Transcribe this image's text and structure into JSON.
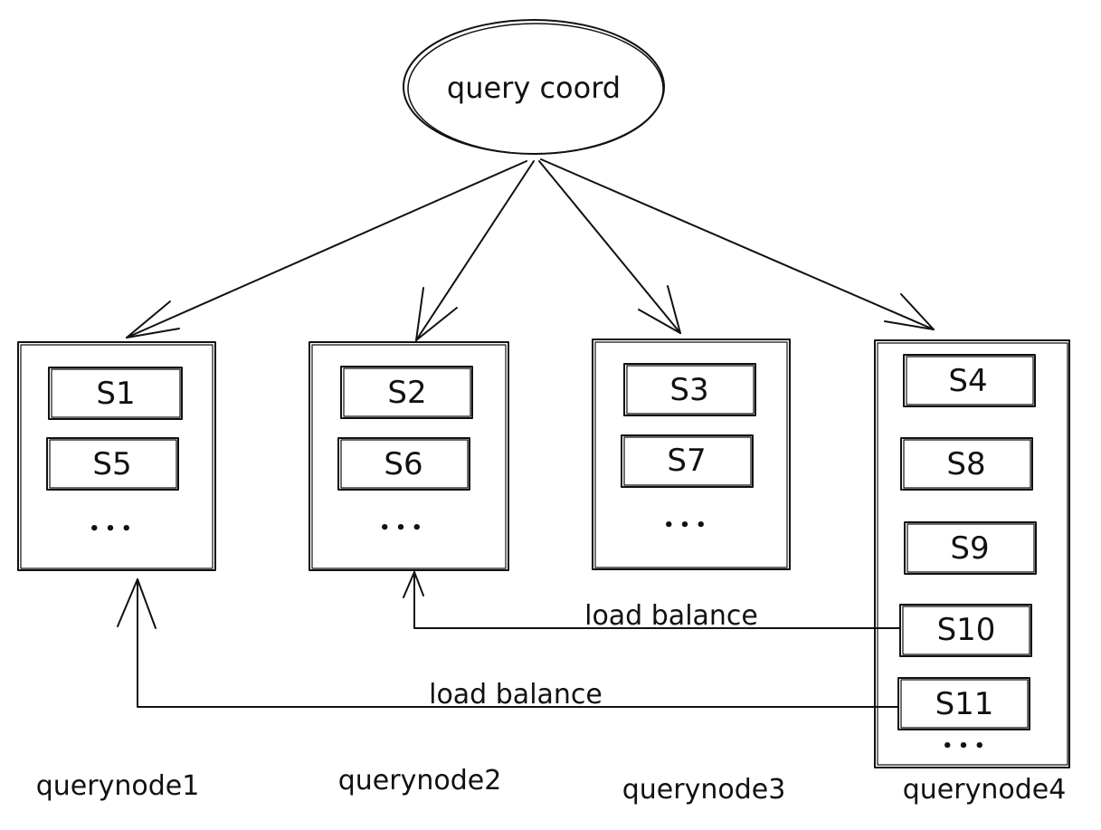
{
  "coordinator": {
    "label": "query coord"
  },
  "nodes": [
    {
      "label": "querynode1",
      "segments": [
        "S1",
        "S5"
      ],
      "ellipsis": "• • •"
    },
    {
      "label": "querynode2",
      "segments": [
        "S2",
        "S6"
      ],
      "ellipsis": "• • •"
    },
    {
      "label": "querynode3",
      "segments": [
        "S3",
        "S7"
      ],
      "ellipsis": "• • •"
    },
    {
      "label": "querynode4",
      "segments": [
        "S4",
        "S8",
        "S9",
        "S10",
        "S11"
      ],
      "ellipsis": "• • •"
    }
  ],
  "edges": [
    {
      "from": "query coord",
      "to": "querynode1"
    },
    {
      "from": "query coord",
      "to": "querynode2"
    },
    {
      "from": "query coord",
      "to": "querynode3"
    },
    {
      "from": "query coord",
      "to": "querynode4"
    },
    {
      "from": "S10",
      "to": "querynode2",
      "label": "load balance"
    },
    {
      "from": "S11",
      "to": "querynode1",
      "label": "load balance"
    }
  ],
  "load_balance": [
    {
      "label": "load balance"
    },
    {
      "label": "load balance"
    }
  ]
}
